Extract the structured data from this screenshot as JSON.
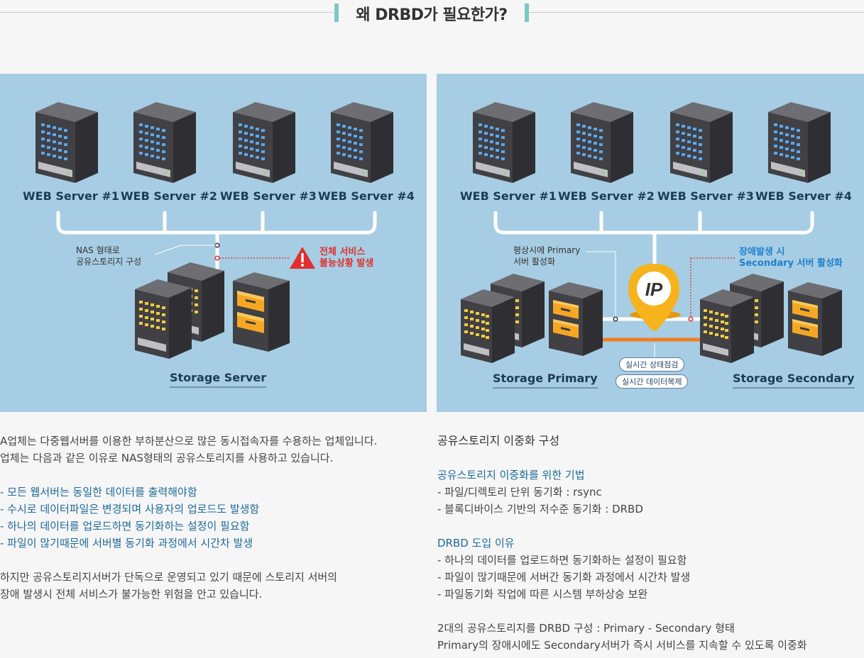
{
  "title": "왜 DRBD가 필요한가?",
  "left_diagram": {
    "servers": [
      "WEB Server #1",
      "WEB Server #2",
      "WEB Server #3",
      "WEB Server #4"
    ],
    "nas_note": [
      "NAS 형태로",
      "공유스토리지 구성"
    ],
    "warning": [
      "전체 서비스",
      "불능상황 발생"
    ],
    "storage_label": "Storage Server"
  },
  "right_diagram": {
    "servers": [
      "WEB Server #1",
      "WEB Server #2",
      "WEB Server #3",
      "WEB Server #4"
    ],
    "primary_note": [
      "평상시에 Primary",
      "서버 활성화"
    ],
    "failover_note": [
      "장애발생 시",
      "Secondary 서버 활성화"
    ],
    "ip_badge": "IP",
    "primary_label": "Storage Primary",
    "secondary_label": "Storage Secondary",
    "pills": [
      "실시간 상태점검",
      "실시간 데이터복제"
    ]
  },
  "left_text": {
    "intro": [
      "A업체는 다중웹서버를 이용한 부하분산으로 많은 동시접속자를 수용하는 업체입니다.",
      "업체는 다음과 같은 이유로 NAS형태의 공유스토리지를 사용하고 있습니다."
    ],
    "bullets": [
      "- 모든 웹서버는 동일한 데이터를 출력해야함",
      "- 수시로 데이터파일은 변경되며 사용자의 업로드도 발생함",
      "- 하나의 데이터를 업로드하면 동기화하는 설정이 필요함",
      "- 파일이 많기때문에 서버별 동기화 과정에서 시간차 발생"
    ],
    "outro": [
      "하지만 공유스토리지서버가 단독으로 운영되고 있기 때문에 스토리지 서버의",
      "장애 발생시 전체 서비스가 불가능한 위험을 안고 있습니다."
    ]
  },
  "right_text": {
    "heading": "공유스토리지 이중화 구성",
    "method_title": "공유스토리지 이중화를 위한 기법",
    "methods": [
      "- 파일/디렉토리 단위 동기화 : rsync",
      "- 블록디바이스 기반의 저수준 동기화 : DRBD"
    ],
    "reason_title": "DRBD 도입 이유",
    "reasons": [
      "- 하나의 데이터를 업로드하면 동기화하는 설정이 필요함",
      "- 파일이 많기때문에 서버간 동기화 과정에서 시간차 발생",
      "- 파일동기화 작업에 따른 시스템 부하상승 보완"
    ],
    "summary": [
      "2대의 공유스토리지를 DRBD 구성 : Primary - Secondary 형태",
      "Primary의 장애시에도 Secondary서버가 즉시 서비스를 지속할 수 있도록 이중화"
    ]
  },
  "colors": {
    "panel_bg": "#a6cde3",
    "accent_teal": "#7dc7c6",
    "warning_red": "#e0302e",
    "failover_blue": "#1f7fd0",
    "link_orange": "#f47b20",
    "ip_marker": "#f6b31b",
    "heading_blue": "#1d6a98"
  }
}
